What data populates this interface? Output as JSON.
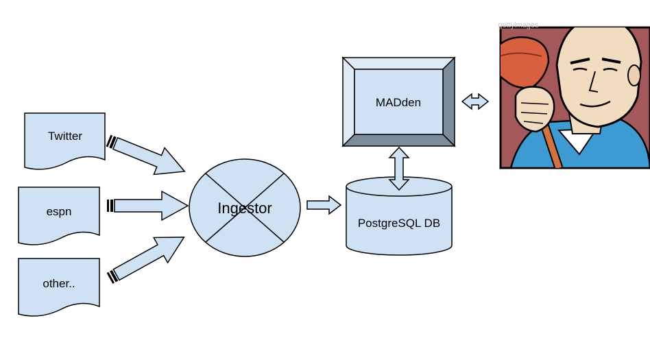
{
  "sources": [
    {
      "label": "Twitter"
    },
    {
      "label": "espn"
    },
    {
      "label": "other.."
    }
  ],
  "ingestor": {
    "label": "Ingestor"
  },
  "database": {
    "label": "PostgreSQL DB"
  },
  "madden": {
    "label": "MADden"
  },
  "illustration": {
    "watermark": "gettyimages",
    "subject": "cartoon man holding a plunger"
  },
  "colors": {
    "shape_fill": "#cfe2f3",
    "stroke": "#000000",
    "bevel_dark": "#7b8d9a",
    "bevel_light": "#dfeaf5",
    "frame": "#a5585a"
  }
}
